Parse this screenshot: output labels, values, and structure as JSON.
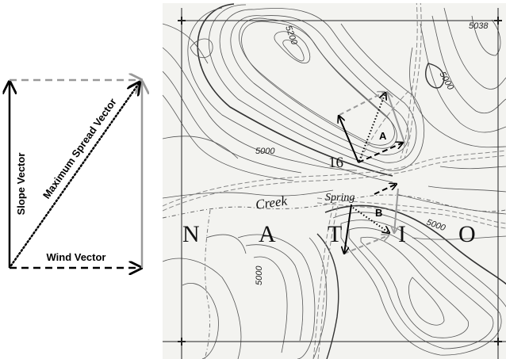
{
  "diagram": {
    "slope_label": "Slope Vector",
    "wind_label": "Wind Vector",
    "max_spread_label": "Maximum Spread Vector"
  },
  "map": {
    "elevations": {
      "e5200": "5200",
      "e5038": "5038",
      "e5000_ne": "5000",
      "e5000_w": "5000",
      "e5000_se": "5000",
      "e5000_sw": "5000"
    },
    "section_number": "16",
    "creek": "Creek",
    "spring": "Spring",
    "point_a": "A",
    "point_b": "B",
    "letters": [
      "N",
      "A",
      "T",
      "I",
      "O"
    ]
  },
  "colors": {
    "black": "#000000",
    "grey": "#9a9a9a",
    "map_bg": "#f3f3f0",
    "contour": "#555555"
  }
}
